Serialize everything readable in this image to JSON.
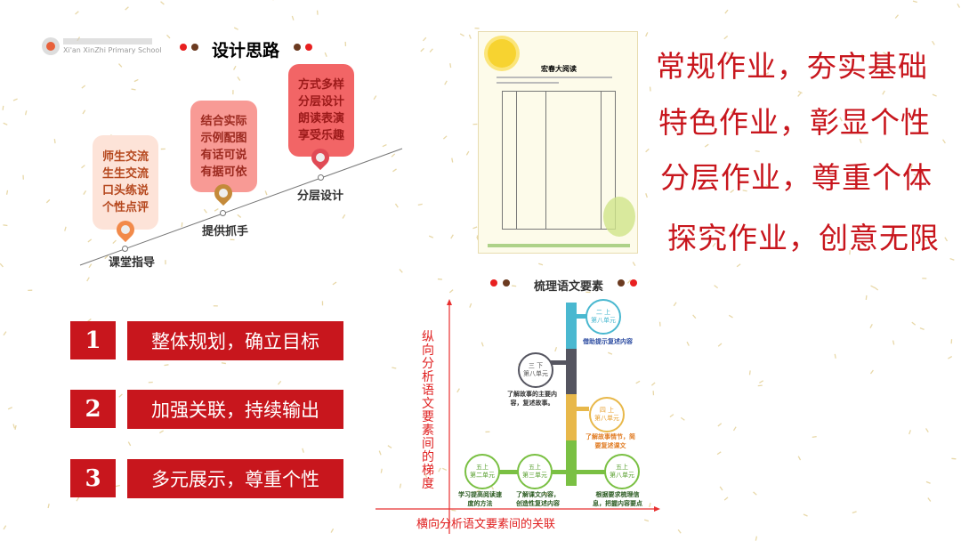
{
  "logo": {
    "text": "Xi'an XinZhi Primary School",
    "color": "#e8603a"
  },
  "design": {
    "title": "设计思路",
    "steps": [
      {
        "label": "课堂指导",
        "text": "师生交流\n生生交流\n口头练说\n个性点评",
        "box_color": "#fde3d8",
        "pin_color": "#f28a4a"
      },
      {
        "label": "提供抓手",
        "text": "结合实际\n示例配图\n有话可说\n有据可依",
        "box_color": "#f89a95",
        "pin_color": "#c48a3a"
      },
      {
        "label": "分层设计",
        "text": "方式多样\n分层设计\n朗读表演\n享受乐趣",
        "box_color": "#f26566",
        "pin_color": "#e04a55"
      }
    ]
  },
  "worksheet": {
    "title": "宏春大阅读"
  },
  "slogans": [
    "常规作业，夯实基础",
    "特色作业，彰显个性",
    "分层作业，尊重个体",
    "探究作业，创意无限"
  ],
  "principles": [
    {
      "num": "1",
      "text": "整体规划，确立目标"
    },
    {
      "num": "2",
      "text": "加强关联，持续输出"
    },
    {
      "num": "3",
      "text": "多元展示，尊重个性"
    }
  ],
  "diagram": {
    "title": "梳理语文要素",
    "y_label": "纵向分析语文要素间的梯度",
    "x_label": "横向分析语文要素间的关联",
    "nodes": [
      {
        "unit": "二 上\n第八单元",
        "caption": "借助提示复述内容",
        "color": "#4ab8d0",
        "caption_color": "#2a4aa0"
      },
      {
        "unit": "三 下\n第八单元",
        "caption": "了解故事的主要内\n容，复述故事。",
        "color": "#555560",
        "caption_color": "#333"
      },
      {
        "unit": "四 上\n第八单元",
        "caption": "了解故事情节，简\n要复述课文",
        "color": "#e8b84a",
        "caption_color": "#e07a20"
      },
      {
        "unit": "五上\n第二单元",
        "caption": "学习提高阅读速\n度的方法",
        "color": "#7ac043",
        "caption_color": "#2a5a20"
      },
      {
        "unit": "五上\n第三单元",
        "caption": "了解课文内容，\n创造性复述内容",
        "color": "#7ac043",
        "caption_color": "#2a5a20"
      },
      {
        "unit": "五上\n第八单元",
        "caption": "根据要求梳理信\n息，把握内容要点",
        "color": "#7ac043",
        "caption_color": "#2a5a20"
      }
    ]
  },
  "colors": {
    "accent": "#c8161d"
  }
}
